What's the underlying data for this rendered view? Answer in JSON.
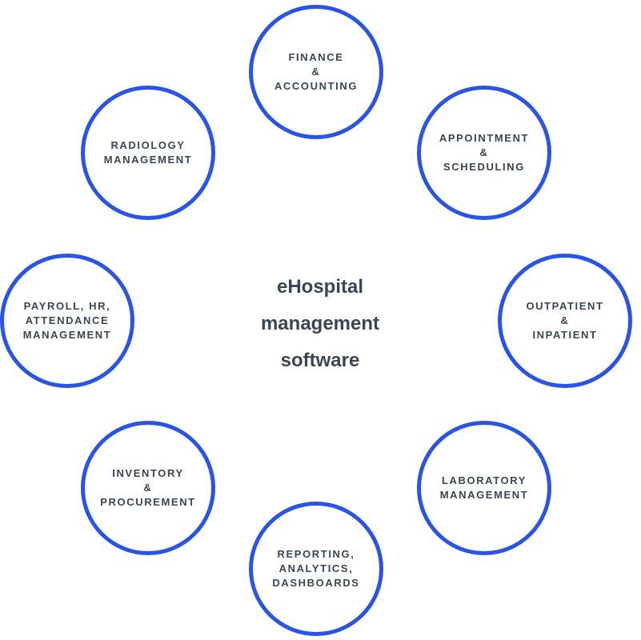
{
  "center": {
    "lines": [
      "eHospital",
      "management",
      "software"
    ]
  },
  "modules": {
    "finance": {
      "lines": [
        "FINANCE",
        "&",
        "ACCOUNTING"
      ]
    },
    "appointment": {
      "lines": [
        "APPOINTMENT",
        "&",
        "SCHEDULING"
      ]
    },
    "outpatient": {
      "lines": [
        "OUTPATIENT",
        "&",
        "INPATIENT"
      ]
    },
    "laboratory": {
      "lines": [
        "LABORATORY",
        "MANAGEMENT"
      ]
    },
    "reporting": {
      "lines": [
        "REPORTING,",
        "ANALYTICS,",
        "DASHBOARDS"
      ]
    },
    "inventory": {
      "lines": [
        "INVENTORY",
        "&",
        "PROCUREMENT"
      ]
    },
    "payroll": {
      "lines": [
        "PAYROLL, HR,",
        "ATTENDANCE",
        "MANAGEMENT"
      ]
    },
    "radiology": {
      "lines": [
        "RADIOLOGY",
        "MANAGEMENT"
      ]
    }
  },
  "colors": {
    "circle_border": "#2A55E4",
    "text": "#3C4556",
    "background": "#ffffff"
  }
}
